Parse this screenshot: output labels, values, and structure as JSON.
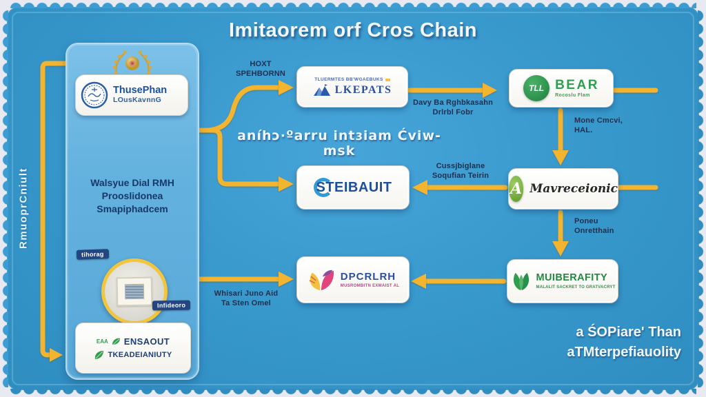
{
  "title": "Imitaorem orf Cros Chain",
  "side": {
    "vertical_label": "RmuoprCniult",
    "center_note": "aníhɔ·ºarru intɜiam Ćviw-msk",
    "footer_note": [
      "a ŚOPiare' Than",
      "aTMterpefiauolity"
    ]
  },
  "left_panel": {
    "org_name": "ThusePhan",
    "org_subname": "LOusKavnnG",
    "description_lines": [
      "Walsyue Dial RMH",
      "Prooslidonea",
      "Smapiphadcem"
    ],
    "photo_tag_top": "tihorag",
    "photo_tag_bottom": "Infideoro",
    "footer_logo1_prefix": "EAA",
    "footer_logo1": "ENSAOUT",
    "footer_logo2": "TKEADEIANIUTY"
  },
  "nodes": {
    "lkepats": {
      "tagline": "TLUERMTES BB'WGAEBUKS",
      "name": "LKEPATS"
    },
    "tlbear": {
      "mark": "TLL",
      "name": "BEAR",
      "subtext": "Rocoslu Flam"
    },
    "steibauit": {
      "name": "STEIBAUIT"
    },
    "mavreceionic": {
      "mark": "A",
      "name": "Mavreceionic"
    },
    "dpcrlrh": {
      "name": "DPCRLRH",
      "subtext": "MUSROMBITN EXMAIST AL"
    },
    "muiberafity": {
      "name": "MUIBERAFITY",
      "subtext": "MALALIT SACKRET TO GRATVACRYT"
    }
  },
  "arrows": {
    "host": [
      "HOXT",
      "SPEHBORNN"
    ],
    "day": [
      "Davy Ba Rghbkasahn",
      "Drlrbl Fobr"
    ],
    "mone": [
      "Mone Cmcvi,",
      "HAL."
    ],
    "cuss": [
      "Cussjbiglane",
      "Soqufian Teirin"
    ],
    "poneu": [
      "Poneu",
      "Onretthain"
    ],
    "whisari": [
      "Whisari Juno Aid",
      "Ta Sten Omel"
    ]
  },
  "colors": {
    "background_blue": "#3697cb",
    "panel_blue": "#62b0dd",
    "arrow_yellow": "#f3b52f",
    "brand_blue": "#1c4f9c",
    "brand_green": "#2e9e4f"
  }
}
